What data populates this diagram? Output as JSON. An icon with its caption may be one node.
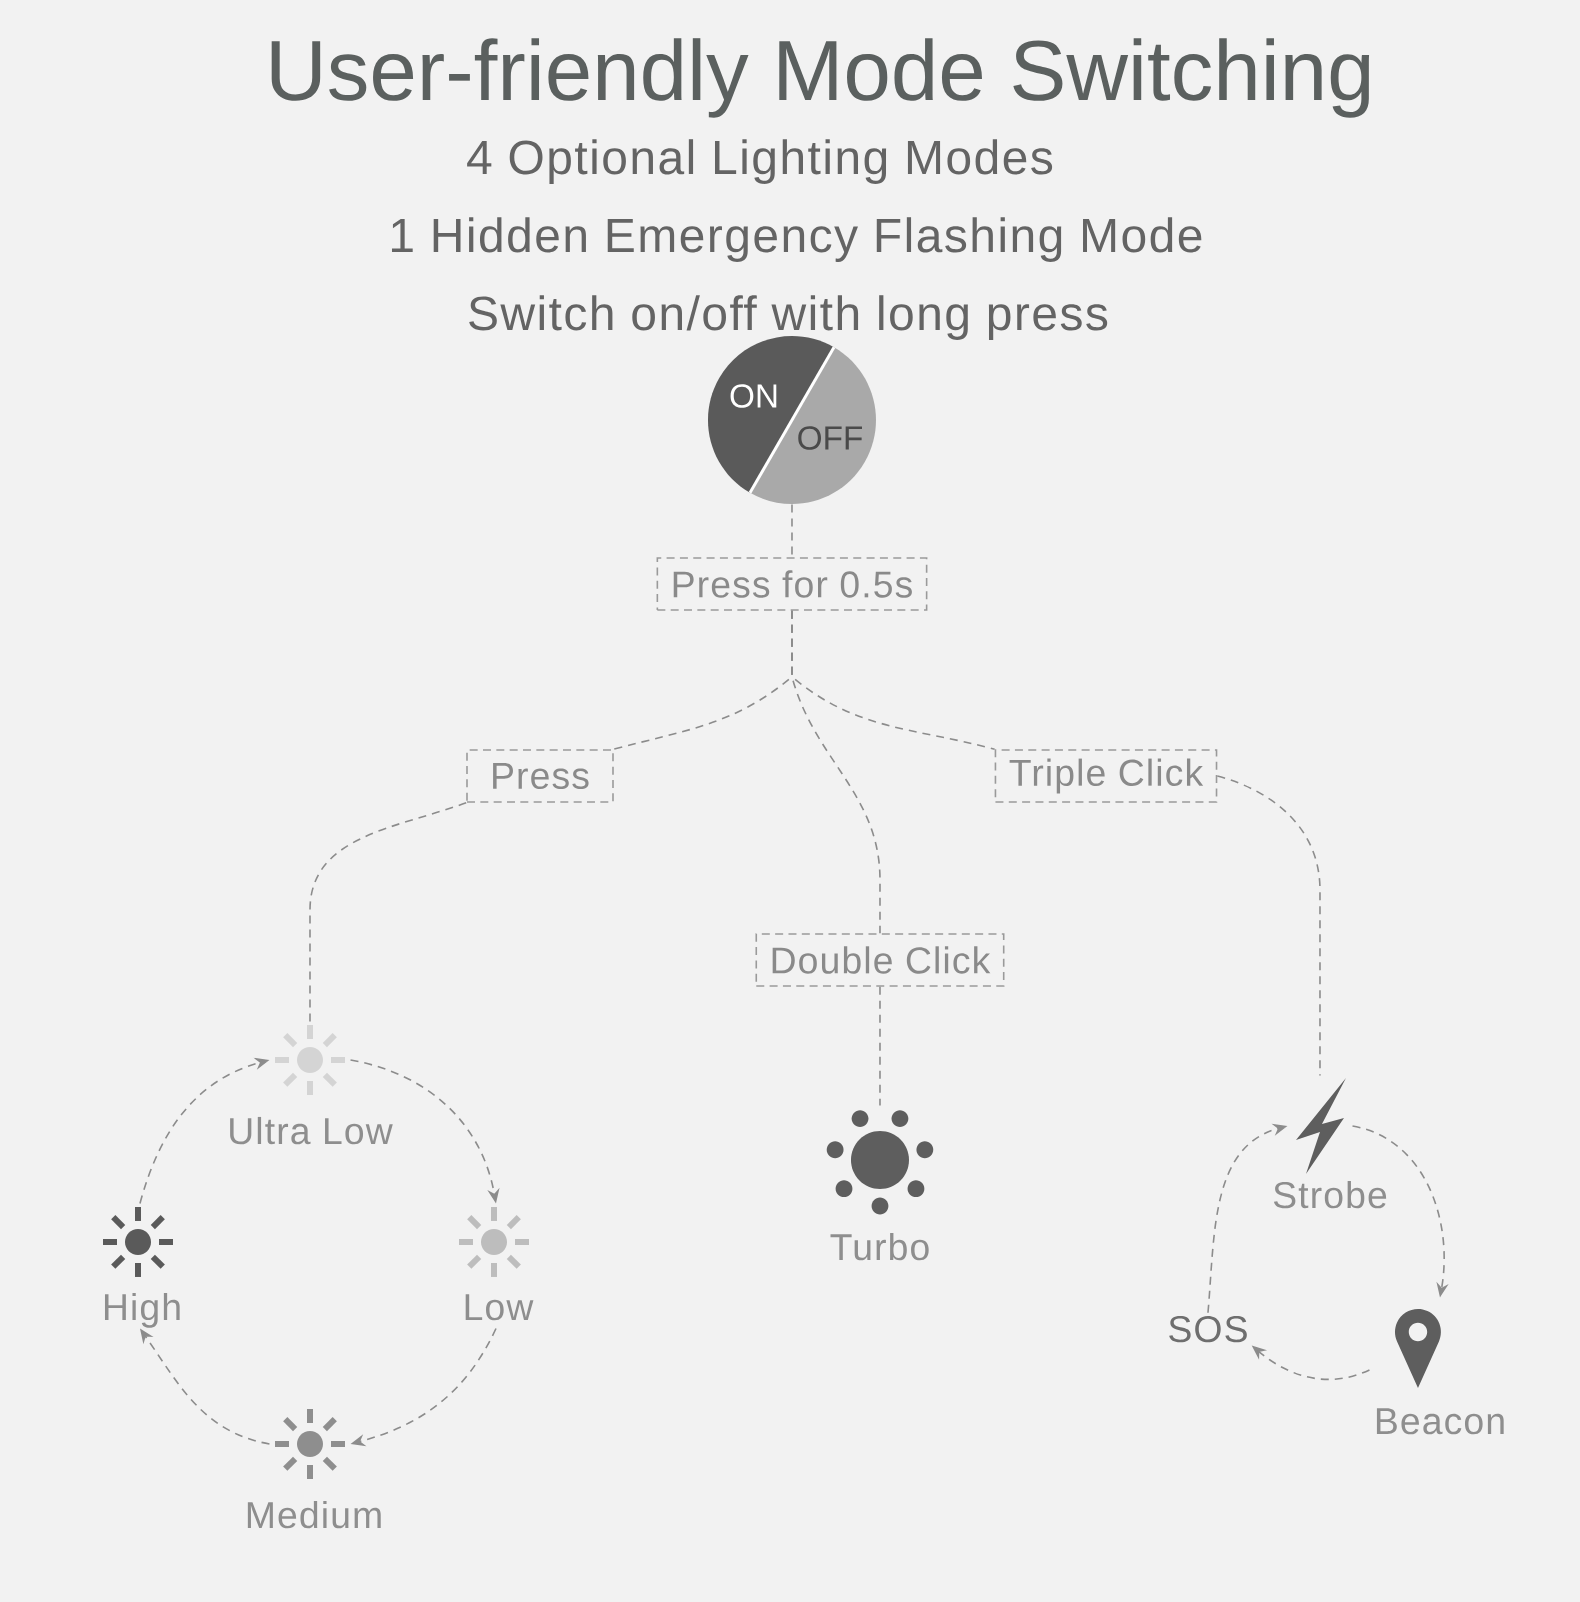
{
  "diagram": {
    "title": "User-friendly Mode Switching",
    "nodes": [
      {
        "text": [
          "ON",
          "OFF"
        ]
      },
      {
        "text": [
          "Press for 0.5s"
        ]
      },
      {
        "text": [
          "Press"
        ]
      },
      {
        "text": [
          "Double Click"
        ]
      },
      {
        "text": [
          "Triple Click"
        ]
      },
      {
        "text": [],
        "shape": "picture",
        "beside": [
          "Ultra Low"
        ]
      },
      {
        "text": [],
        "shape": "picture",
        "beside": [
          "Low"
        ]
      },
      {
        "text": [],
        "shape": "picture",
        "beside": [
          "Medium"
        ]
      },
      {
        "text": [],
        "shape": "picture",
        "beside": [
          "High"
        ]
      },
      {
        "text": [],
        "shape": "picture",
        "beside": [
          "Turbo"
        ]
      },
      {
        "text": [],
        "shape": "picture",
        "beside": [
          "Strobe"
        ]
      },
      {
        "text": [
          "Beacon"
        ]
      },
      {
        "text": [
          "SOS"
        ]
      }
    ],
    "edges": [
      {
        "from": 0,
        "to": 1,
        "arrow": "none",
        "style": "dashed"
      },
      {
        "from": 1,
        "to": 2,
        "arrow": "none",
        "style": "dashed"
      },
      {
        "from": 1,
        "to": 3,
        "arrow": "none",
        "style": "dashed"
      },
      {
        "from": 1,
        "to": 4,
        "arrow": "none",
        "style": "dashed"
      },
      {
        "from": 2,
        "to": 5,
        "arrow": "none",
        "style": "dashed"
      },
      {
        "from": 3,
        "to": 9,
        "arrow": "none",
        "style": "dashed"
      },
      {
        "from": 4,
        "to": 10,
        "arrow": "none",
        "style": "dashed"
      },
      {
        "from": 5,
        "to": 6,
        "arrow": "to",
        "style": "dashed"
      },
      {
        "from": 6,
        "to": 7,
        "arrow": "to",
        "style": "dashed"
      },
      {
        "from": 7,
        "to": 8,
        "arrow": "to",
        "style": "dashed"
      },
      {
        "from": 8,
        "to": 5,
        "arrow": "to",
        "style": "dashed"
      },
      {
        "from": 10,
        "to": 11,
        "arrow": "to",
        "style": "dashed"
      },
      {
        "from": 11,
        "to": 12,
        "arrow": "to",
        "style": "dashed"
      },
      {
        "from": 12,
        "to": 10,
        "arrow": "to",
        "style": "dashed"
      }
    ],
    "labels": [
      "4 Optional Lighting Modes",
      "1 Hidden Emergency Flashing Mode",
      "Switch on/off with long press"
    ]
  }
}
